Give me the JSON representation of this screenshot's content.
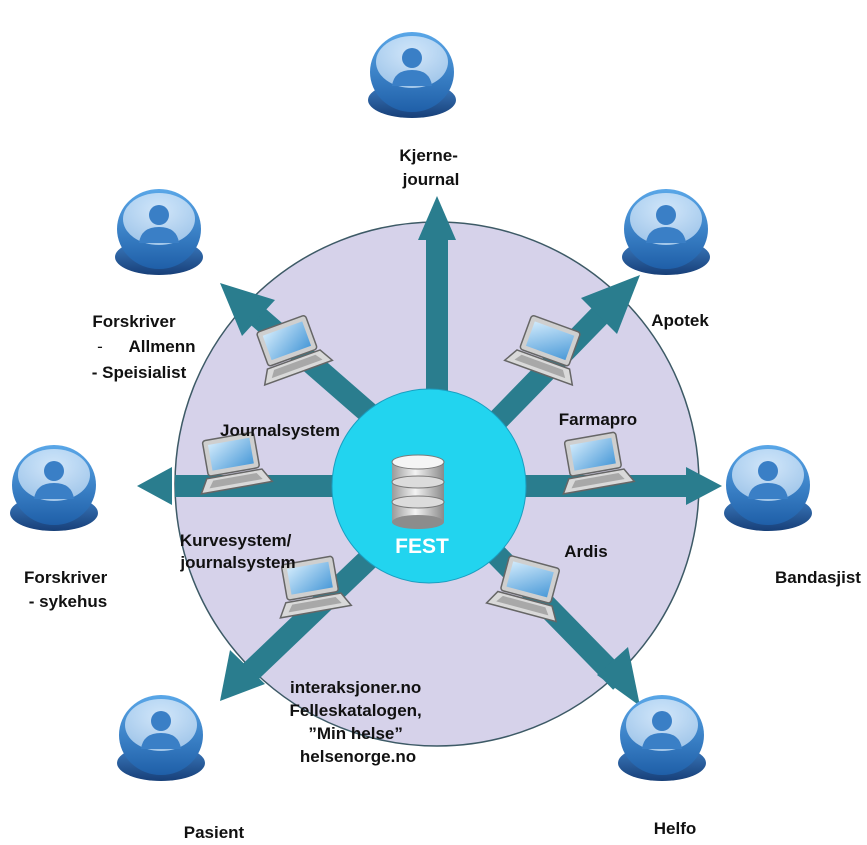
{
  "hub": {
    "label": "FEST",
    "icon": "database-icon"
  },
  "colors": {
    "ring_fill": "#d6d2ea",
    "ring_stroke": "#3d5a66",
    "hub_fill": "#22d4ef",
    "arrow": "#2a7d8e",
    "user_blue": "#3d8fd6"
  },
  "systems": [
    {
      "id": "journalsystem",
      "label": "Journalsystem",
      "icon": "laptop-icon"
    },
    {
      "id": "farmapro",
      "label": "Farmapro",
      "icon": "laptop-icon"
    },
    {
      "id": "ardis",
      "label": "Ardis",
      "icon": "laptop-icon"
    },
    {
      "id": "kurvesystem",
      "lines": [
        "Kurvesystem/",
        "journalsystem"
      ],
      "icon": "laptop-icon"
    },
    {
      "id": "web",
      "lines": [
        "interaksjoner.no",
        "Felleskatalogen,",
        "”Min helse”",
        "helsenorge.no"
      ],
      "icon": "laptop-icon"
    }
  ],
  "actors": [
    {
      "id": "kjernejournal",
      "lines": [
        "Kjerne-",
        "journal"
      ],
      "icon": "user-icon"
    },
    {
      "id": "apotek",
      "lines": [
        "Apotek"
      ],
      "icon": "user-icon"
    },
    {
      "id": "bandasjist",
      "lines": [
        "Bandasjist"
      ],
      "icon": "user-icon"
    },
    {
      "id": "helfo",
      "lines": [
        "Helfo"
      ],
      "icon": "user-icon"
    },
    {
      "id": "pasient",
      "lines": [
        "Pasient"
      ],
      "icon": "user-icon"
    },
    {
      "id": "forskriver-sykehus",
      "lines": [
        "Forskriver",
        "- sykehus"
      ],
      "icon": "user-icon"
    },
    {
      "id": "forskriver",
      "lines": [
        "Forskriver",
        "-",
        "Allmenn",
        "- Speisialist"
      ],
      "icon": "user-icon"
    }
  ]
}
